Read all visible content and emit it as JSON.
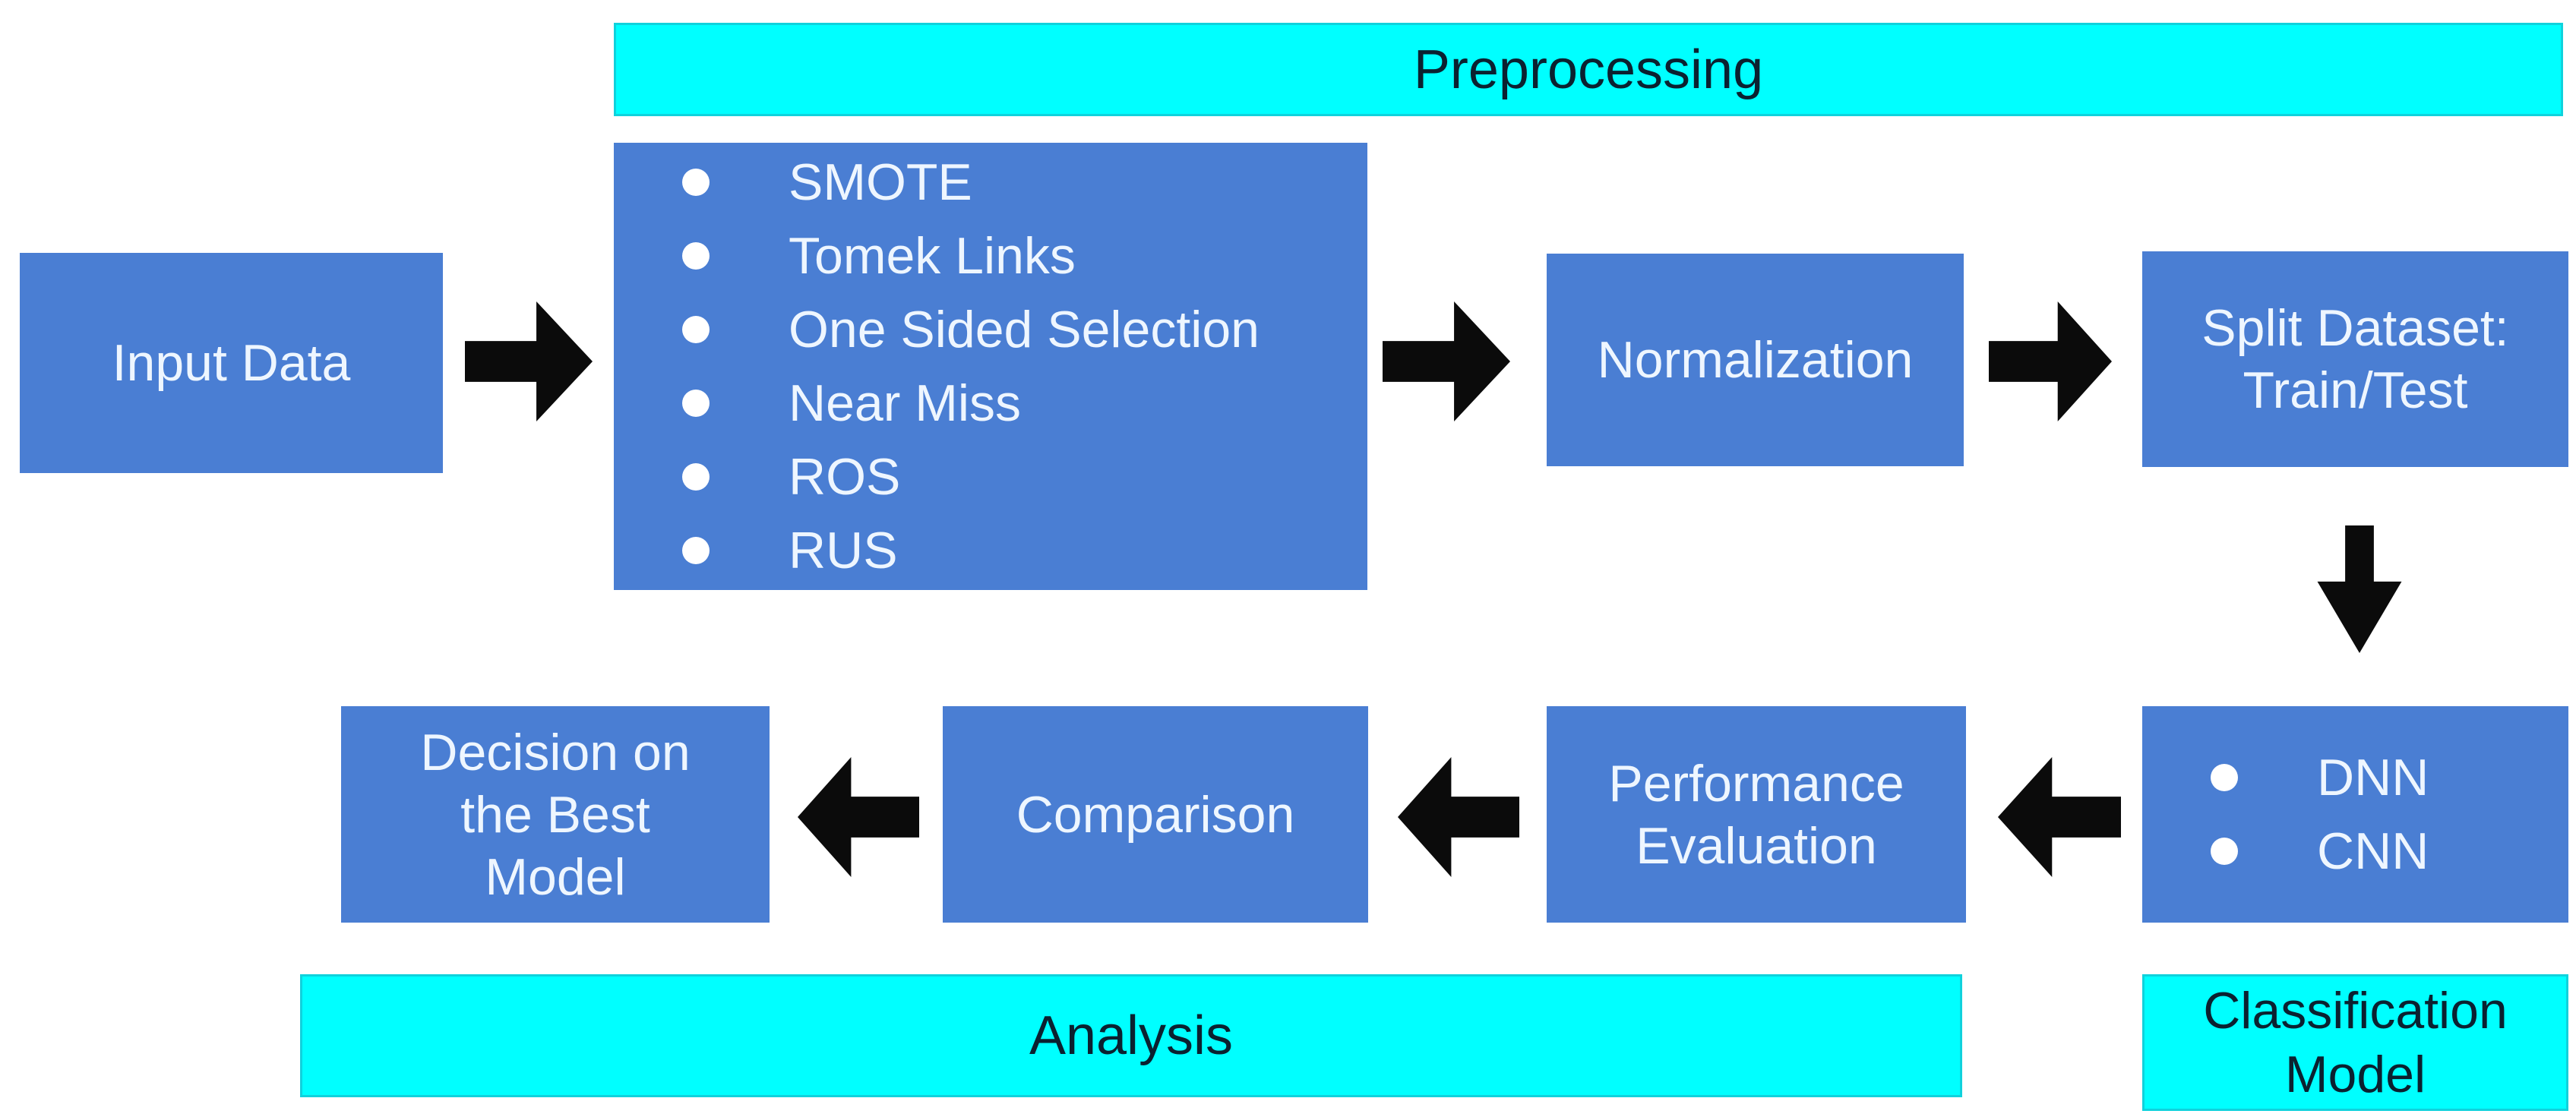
{
  "colors": {
    "node_blue": "#4a7ed3",
    "banner_cyan": "#00ffff",
    "banner_text": "#0b2130",
    "node_text": "#eef6ff",
    "arrow_black": "#0b0b0b",
    "background": "#ffffff"
  },
  "banners": {
    "preprocessing": "Preprocessing",
    "analysis": "Analysis"
  },
  "labels": {
    "classification_model": {
      "line1": "Classification",
      "line2": "Model"
    }
  },
  "nodes": {
    "input_data": "Input Data",
    "preprocessing_methods": [
      "SMOTE",
      "Tomek Links",
      "One Sided Selection",
      "Near Miss",
      "ROS",
      "RUS"
    ],
    "normalization": "Normalization",
    "split_dataset": {
      "line1": "Split Dataset:",
      "line2": "Train/Test"
    },
    "classification_models": [
      "DNN",
      "CNN"
    ],
    "performance_evaluation": {
      "line1": "Performance",
      "line2": "Evaluation"
    },
    "comparison": "Comparison",
    "decision_best_model": {
      "line1": "Decision on",
      "line2": "the Best",
      "line3": "Model"
    }
  },
  "icons": {
    "flow_arrows": [
      "right-arrow",
      "right-arrow",
      "right-arrow",
      "down-arrow",
      "left-arrow",
      "left-arrow",
      "left-arrow"
    ],
    "bullet": "filled-circle"
  }
}
